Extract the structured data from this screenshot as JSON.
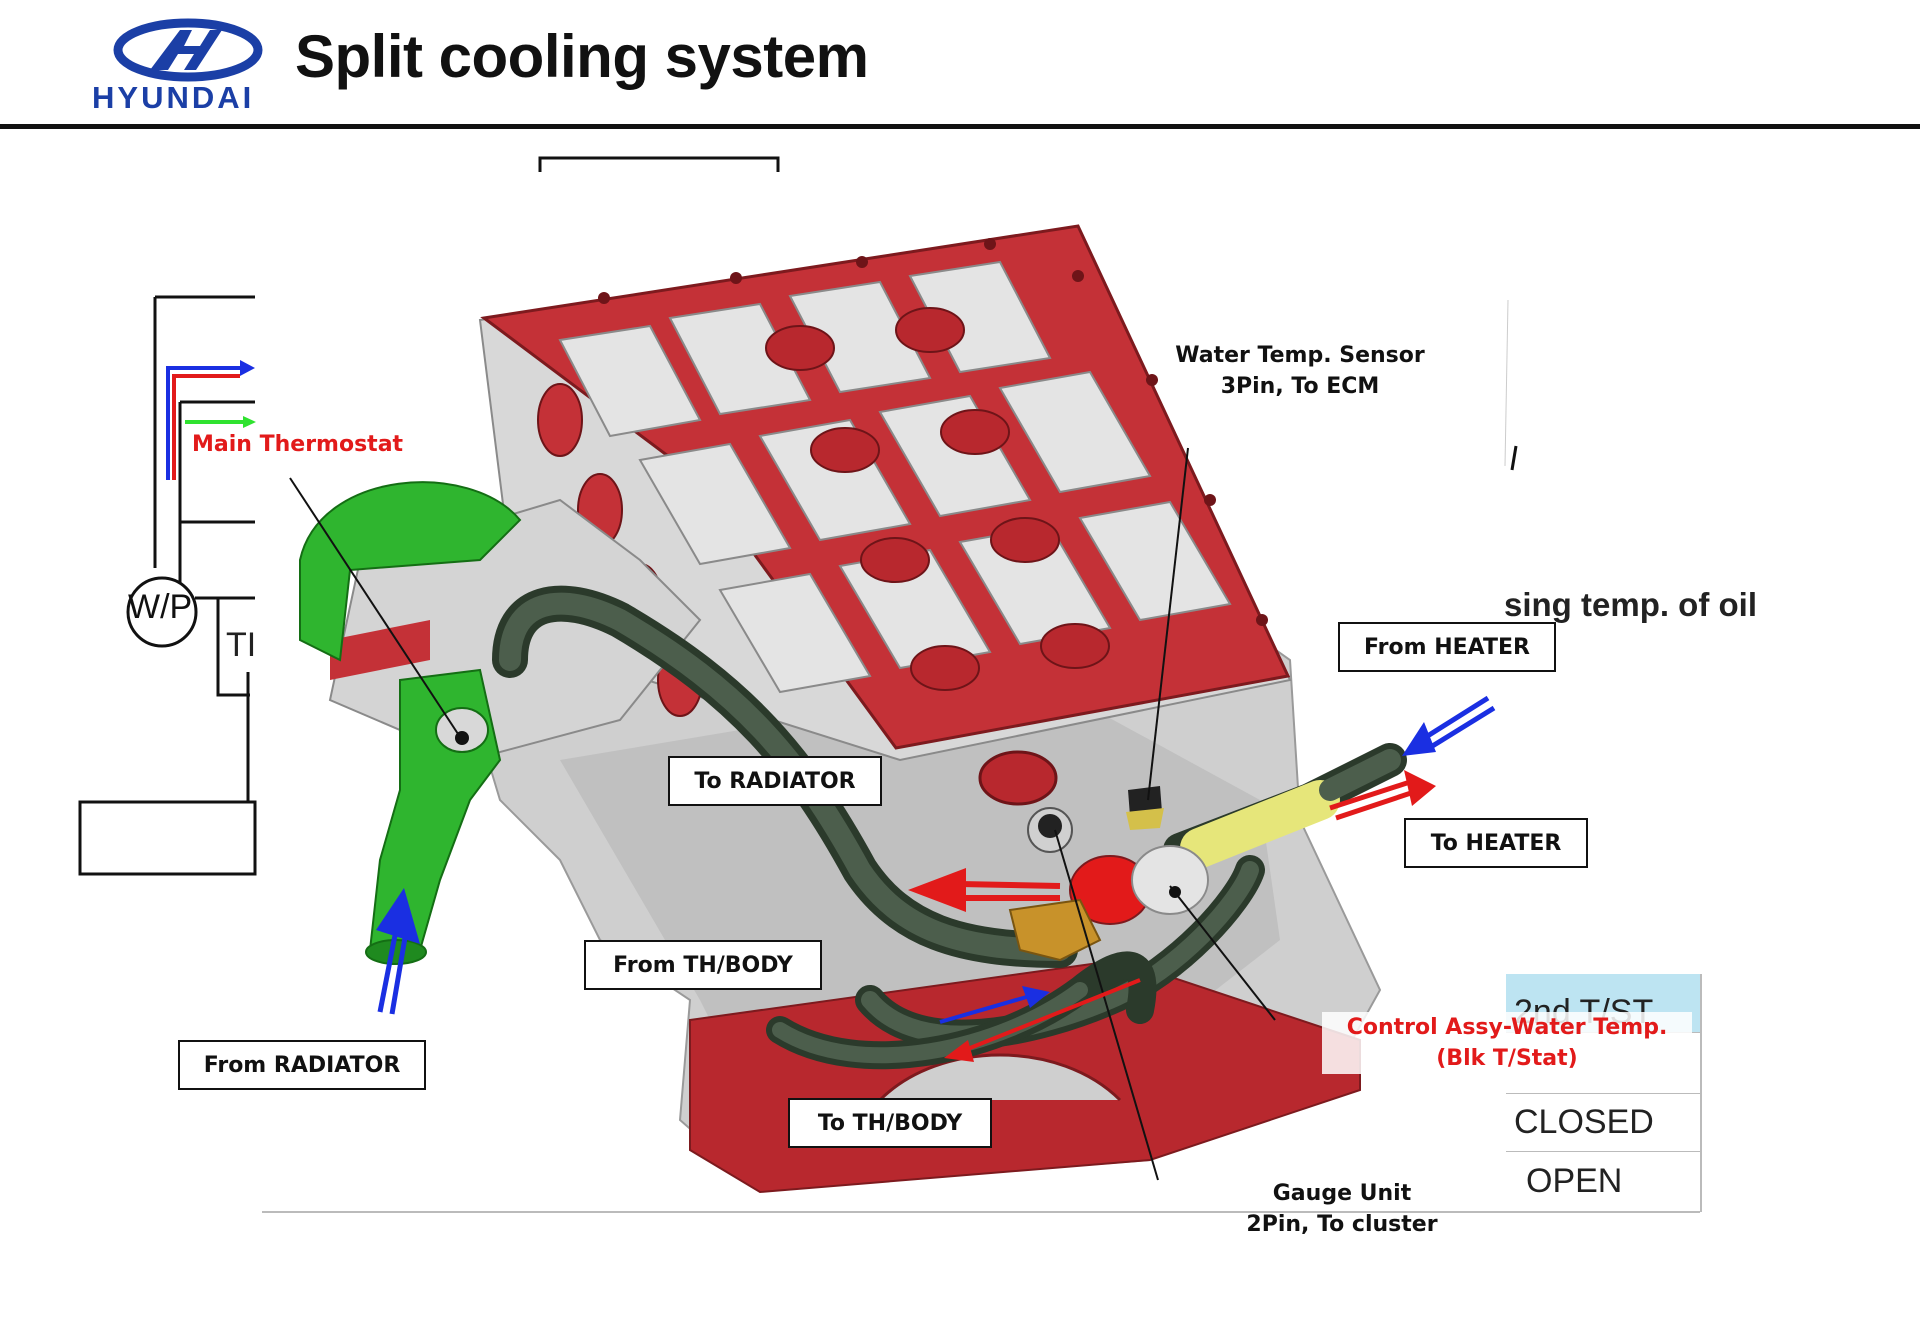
{
  "header": {
    "brand": "HYUNDAI",
    "title": "Split cooling system"
  },
  "labels": {
    "water_temp_sensor": "Water Temp. Sensor",
    "water_temp_sensor_sub": "3Pin, To ECM",
    "main_thermostat": "Main Thermostat",
    "from_heater": "From HEATER",
    "to_heater": "To HEATER",
    "to_radiator": "To RADIATOR",
    "from_th_body": "From TH/BODY",
    "from_radiator": "From RADIATOR",
    "to_th_body": "To TH/BODY",
    "control_assy": "Control Assy-Water Temp.",
    "control_assy_sub": "(Blk T/Stat)",
    "gauge_unit": "Gauge Unit",
    "gauge_unit_sub": "2Pin, To cluster"
  },
  "background": {
    "wp": "W/P",
    "th": "TI",
    "oil_text": "sing temp. of oil",
    "table": [
      "2nd T/ST",
      "CLOSED",
      "OPEN"
    ]
  },
  "colors": {
    "brand_blue": "#1b3fa6",
    "engine_red": "#b8282e",
    "engine_silver": "#d9d9d9",
    "hose_dark": "#3a4a3a",
    "thermostat_green": "#2fb52f",
    "flow_red": "#e21a1a",
    "flow_blue": "#1a2fe2"
  }
}
